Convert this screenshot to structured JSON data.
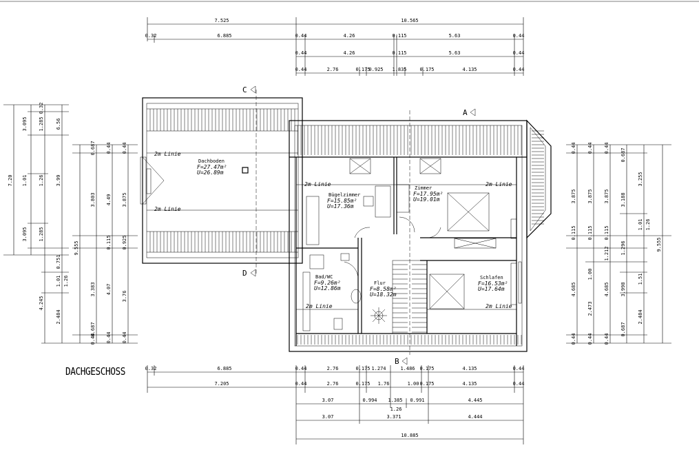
{
  "title": "DACHGESCHOSS",
  "section_markers": {
    "a": "A",
    "b": "B",
    "c": "C",
    "d": "D"
  },
  "rooms": {
    "dachboden": {
      "name": "Dachboden",
      "area": "F=27.47m²",
      "perimeter": "U=26.89m"
    },
    "buegel": {
      "name": "Bügelzimmer",
      "area": "F=15.85m²",
      "perimeter": "U=17.36m"
    },
    "zimmer": {
      "name": "Zimmer",
      "area": "F=17.95m²",
      "perimeter": "U=19.01m"
    },
    "bad": {
      "name": "Bad/WC",
      "area": "F=9.26m²",
      "perimeter": "U=12.86m"
    },
    "flur": {
      "name": "Flur",
      "area": "F=8.58m²",
      "perimeter": "U=18.32m"
    },
    "schlafen": {
      "name": "Schlafen",
      "area": "F=16.53m²",
      "perimeter": "U=17.64m"
    }
  },
  "line_label": "2m Linie",
  "top_dims": {
    "row1": [
      "7.525",
      "10.565"
    ],
    "row2": [
      "0.32",
      "6.885",
      "0.44",
      "4.26",
      "0.115",
      "5.63",
      "0.44"
    ],
    "row3": [
      "0.44",
      "4.26",
      "0.115",
      "5.63",
      "0.44"
    ],
    "row4": [
      "0.44",
      "2.76",
      "0.175",
      "0.925",
      "1.835",
      "0.175",
      "4.135",
      "0.44"
    ]
  },
  "bottom_dims": {
    "row1": [
      "0.32",
      "6.885",
      "0.44",
      "2.76",
      "0.175",
      "1.274",
      "1.486",
      "0.175",
      "4.135",
      "0.44"
    ],
    "row2": [
      "7.205",
      "0.44",
      "2.76",
      "0.175",
      "1.76",
      "1.00",
      "0.175",
      "4.135",
      "0.44"
    ],
    "row3": [
      "3.07",
      "0.994",
      "1.385",
      "0.991",
      "4.445"
    ],
    "row3b": [
      "1.26"
    ],
    "row4": [
      "3.07",
      "3.371",
      "4.444"
    ],
    "row5": [
      "10.885"
    ]
  },
  "left_dims": {
    "c1": [
      "7.20",
      "4.245"
    ],
    "c2": [
      "3.095",
      "1.01",
      "3.095",
      "0.32"
    ],
    "c3": [
      "1.285",
      "1.26",
      "1.285"
    ],
    "c4": [
      "6.56",
      "3.99"
    ],
    "c5": [
      "9.555"
    ],
    "c6": [
      "0.687",
      "3.803",
      "3.383",
      "0.687"
    ],
    "c7": [
      "4.49",
      "0.115",
      "4.07",
      "0.44"
    ],
    "c8": [
      "3.875",
      "0.925",
      "3.76",
      "0.44"
    ],
    "c9": [
      "0.44",
      "0.44",
      "0.44"
    ],
    "c10": [
      "0.751",
      "1.01",
      "1.26",
      "2.484"
    ]
  },
  "right_dims": {
    "c1": [
      "0.44",
      "3.875",
      "0.115",
      "4.685",
      "0.44"
    ],
    "c2": [
      "0.44",
      "3.875",
      "0.115",
      "1.00",
      "2.473",
      "0.44"
    ],
    "c3": [
      "0.44",
      "3.875",
      "0.115",
      "1.212",
      "4.685",
      "0.44"
    ],
    "c4": [
      "0.687",
      "3.188",
      "1.296",
      "3.998",
      "0.687"
    ],
    "c5": [
      "3.255",
      "1.01",
      "1.26",
      "1.51",
      "2.484"
    ],
    "c6": [
      "9.555"
    ]
  }
}
